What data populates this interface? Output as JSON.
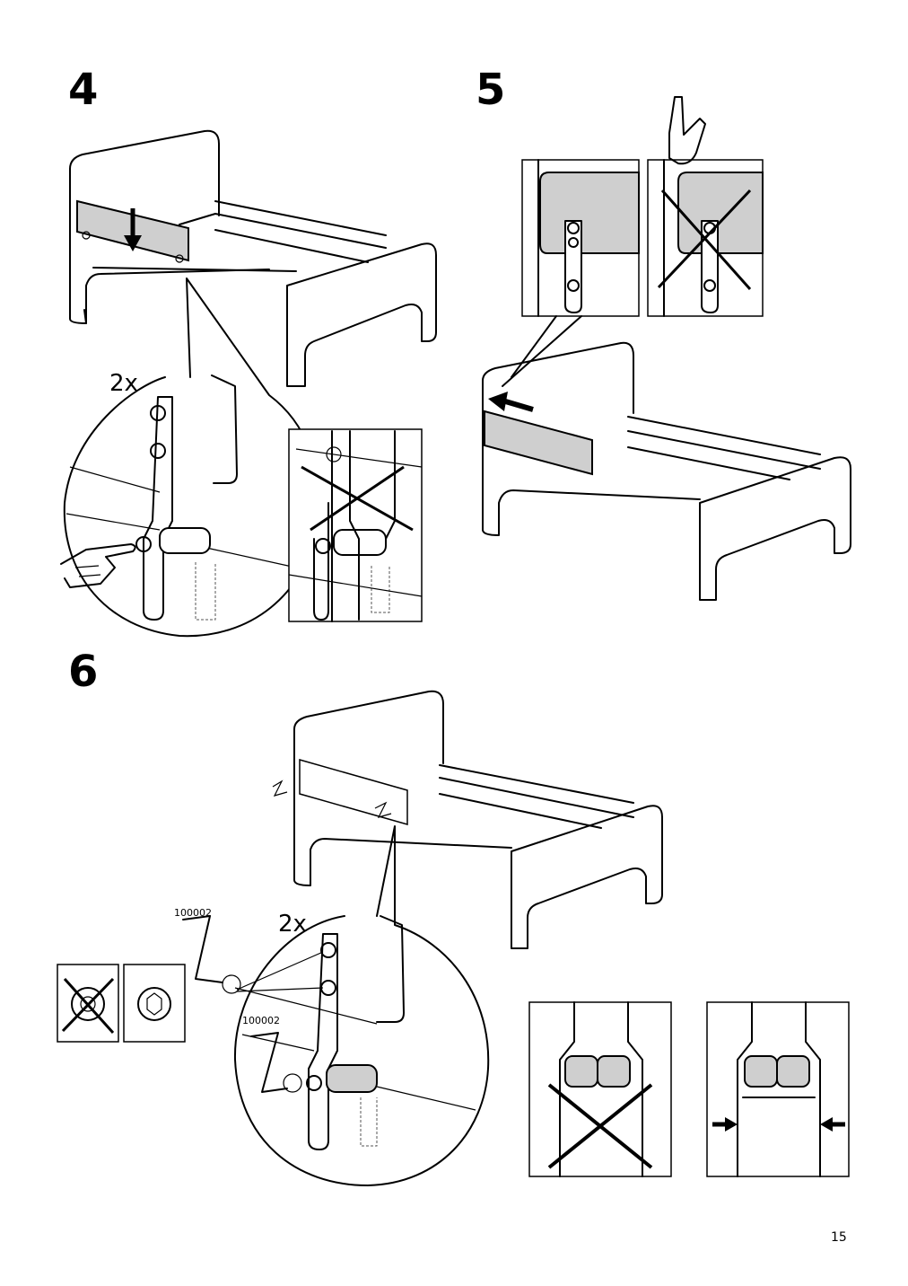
{
  "steps": [
    {
      "number": "4",
      "multiplier": "2x"
    },
    {
      "number": "5"
    },
    {
      "number": "6",
      "multiplier": "2x"
    }
  ],
  "tool_code_upper": "100002",
  "tool_code_lower": "100002",
  "page_number": "15",
  "icons": [
    "pointing-hand-icon",
    "cross-mark-icon",
    "arrow-icon"
  ]
}
